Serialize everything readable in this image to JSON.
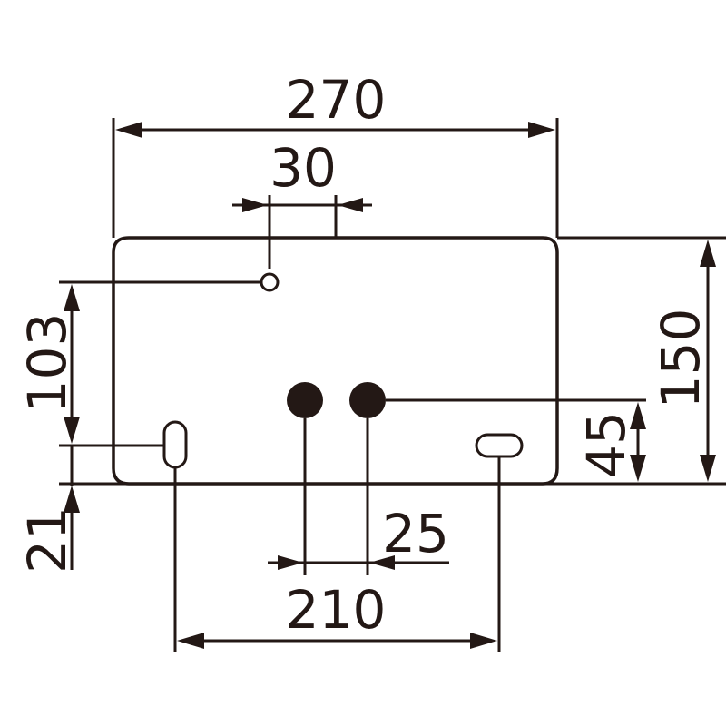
{
  "colors": {
    "ink": "#231815",
    "background": "#ffffff"
  },
  "dimensions": {
    "overall_width": "270",
    "overall_height": "150",
    "hole_offset": "30",
    "hole_height": "103",
    "bottom_offset": "21",
    "terminal_spacing": "25",
    "slot_spacing": "210",
    "terminal_height": "45"
  }
}
